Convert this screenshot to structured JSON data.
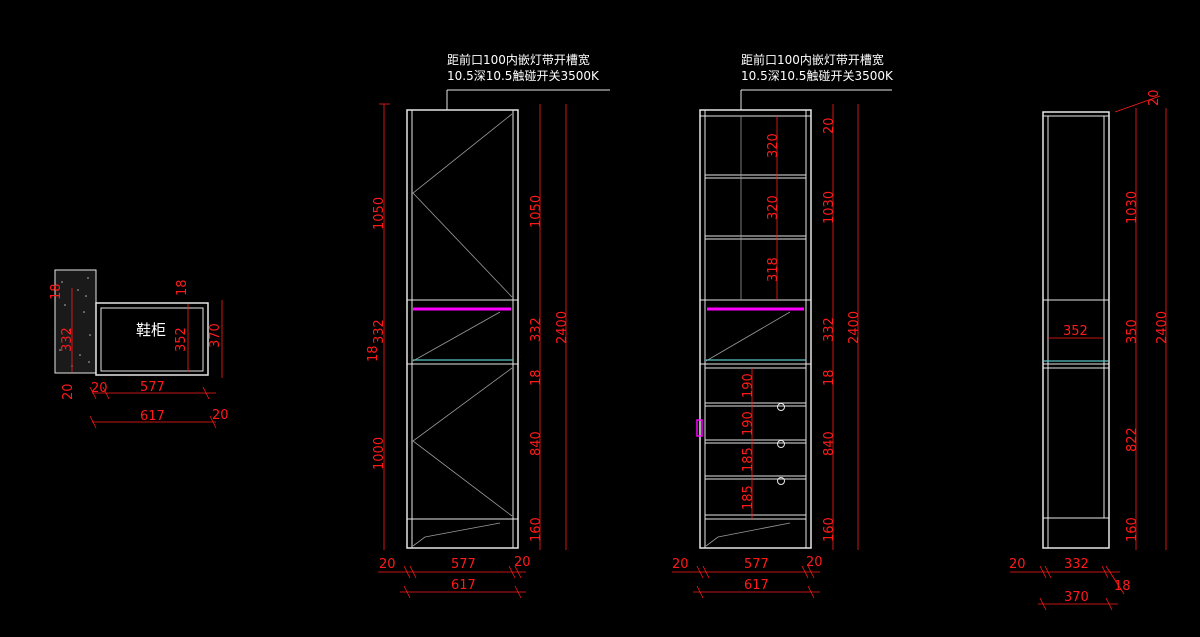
{
  "plan": {
    "label": "鞋柜",
    "dims": {
      "left_332": "332",
      "left_18": "18",
      "right_18": "18",
      "inner_352": "352",
      "outer_370": "370",
      "bottom_20": "20",
      "w_20": "20",
      "w_577": "577",
      "w_617": "617",
      "right_20": "20"
    }
  },
  "elev1": {
    "note_line1": "距前口100内嵌灯带开槽宽",
    "note_line2": "10.5深10.5触碰开关3500K",
    "left_dims": [
      "1050",
      "332",
      "18",
      "1000"
    ],
    "right_dims": [
      "1050",
      "332",
      "18",
      "840",
      "160"
    ],
    "total": "2400",
    "bottom_dims": {
      "left_20": "20",
      "w_577": "577",
      "right_20": "20",
      "w_617": "617"
    }
  },
  "elev2": {
    "note_line1": "距前口100内嵌灯带开槽宽",
    "note_line2": "10.5深10.5触碰开关3500K",
    "inner_upper_dims": [
      "320",
      "320",
      "318"
    ],
    "inner_drawer_dims": [
      "190",
      "190",
      "185",
      "185"
    ],
    "right_dims": [
      "20",
      "1030",
      "332",
      "18",
      "840",
      "160"
    ],
    "total": "2400",
    "bottom_dims": {
      "left_20": "20",
      "w_577": "577",
      "right_20": "20",
      "w_617": "617"
    }
  },
  "side": {
    "top_dim": "20",
    "inner_352": "352",
    "right_dims": [
      "1030",
      "350",
      "822",
      "160"
    ],
    "total": "2400",
    "bottom_dims": {
      "left_20": "20",
      "w_332": "332",
      "right_18": "18",
      "w_370": "370"
    }
  }
}
